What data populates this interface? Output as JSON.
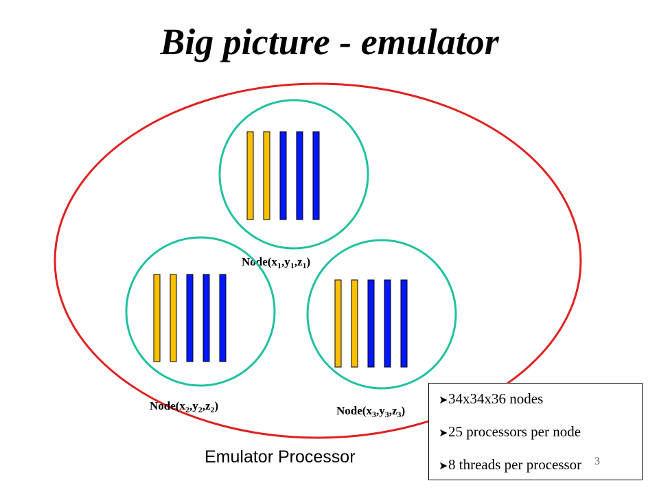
{
  "slide": {
    "title": "Big picture - emulator",
    "slide_number": "3"
  },
  "colors": {
    "emulator_outline": "#e02020",
    "node_outline": "#20c0a0",
    "bar_yellow": "#f8c000",
    "bar_blue": "#0018ff"
  },
  "emulator": {
    "label": "Emulator Processor"
  },
  "nodes": [
    {
      "label_prefix": "Node(x",
      "i1": "1",
      "i2": "1",
      "i3": "1",
      "yellow_bars": 2,
      "blue_bars": 3
    },
    {
      "label_prefix": "Node(x",
      "i1": "2",
      "i2": "2",
      "i3": "2",
      "yellow_bars": 2,
      "blue_bars": 3
    },
    {
      "label_prefix": "Node(x",
      "i1": "3",
      "i2": "3",
      "i3": "3",
      "yellow_bars": 2,
      "blue_bars": 3
    }
  ],
  "info": {
    "bullet_icon": "arrow-bullet-icon",
    "items": [
      "34x34x36 nodes",
      "25 processors per node",
      "8 threads per processor"
    ]
  }
}
